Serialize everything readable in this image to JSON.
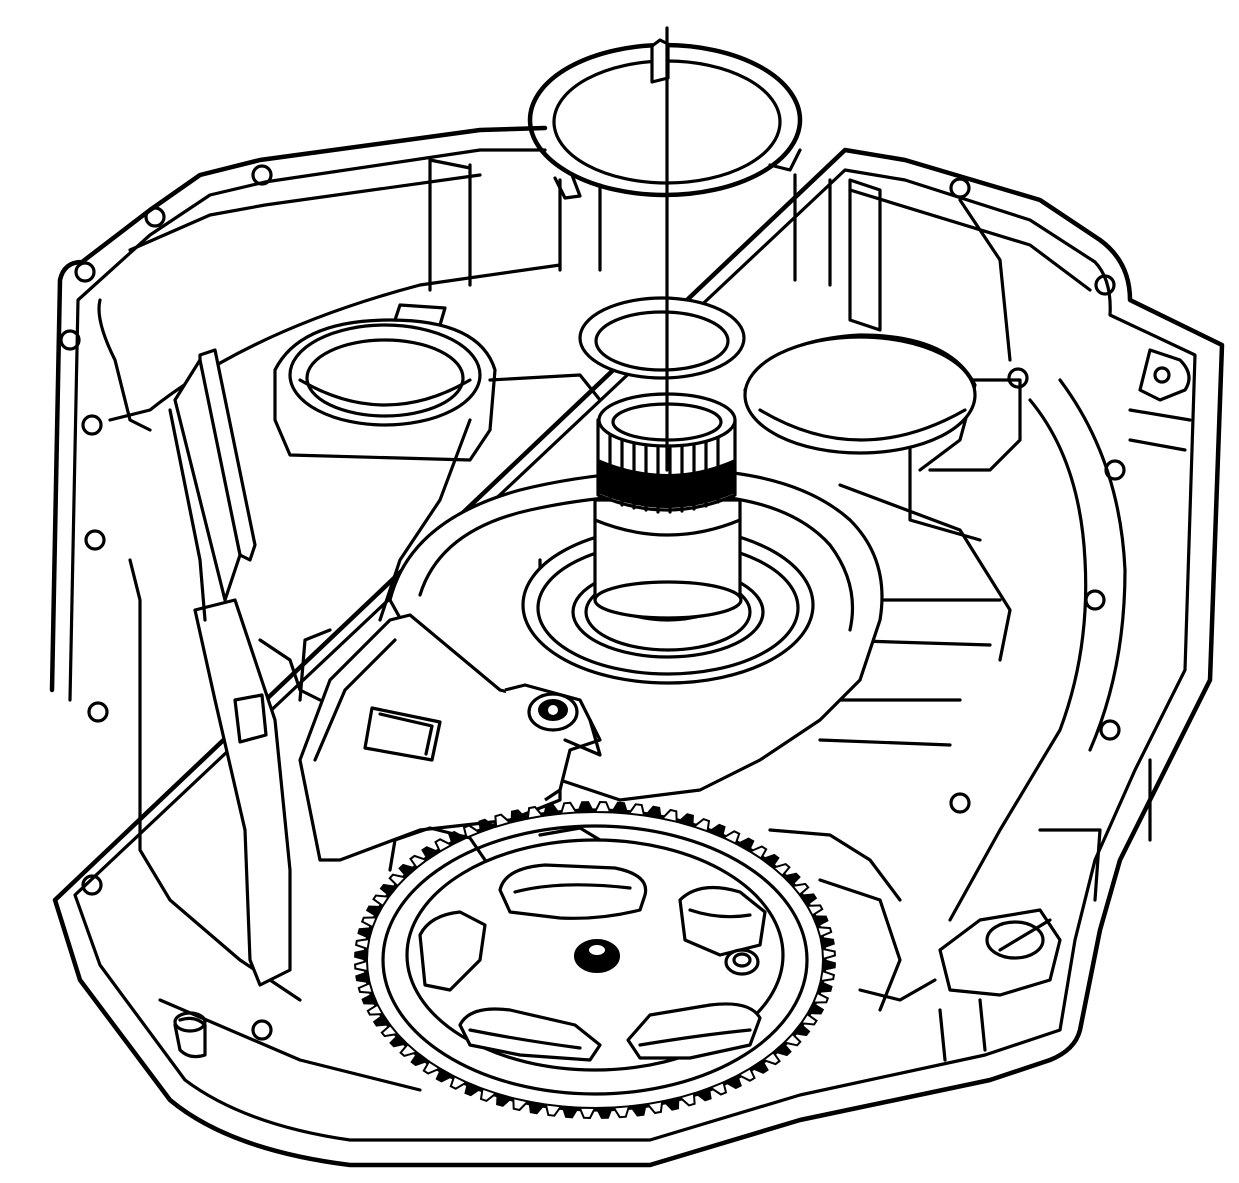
{
  "figure": {
    "colors": {
      "line": "#000000",
      "background": "#ffffff"
    },
    "components": [
      "transmission-case",
      "snap-ring",
      "splined-shaft",
      "bearing-race",
      "bolt",
      "differential-ring-gear",
      "sensor-plate",
      "support-bracket"
    ]
  }
}
